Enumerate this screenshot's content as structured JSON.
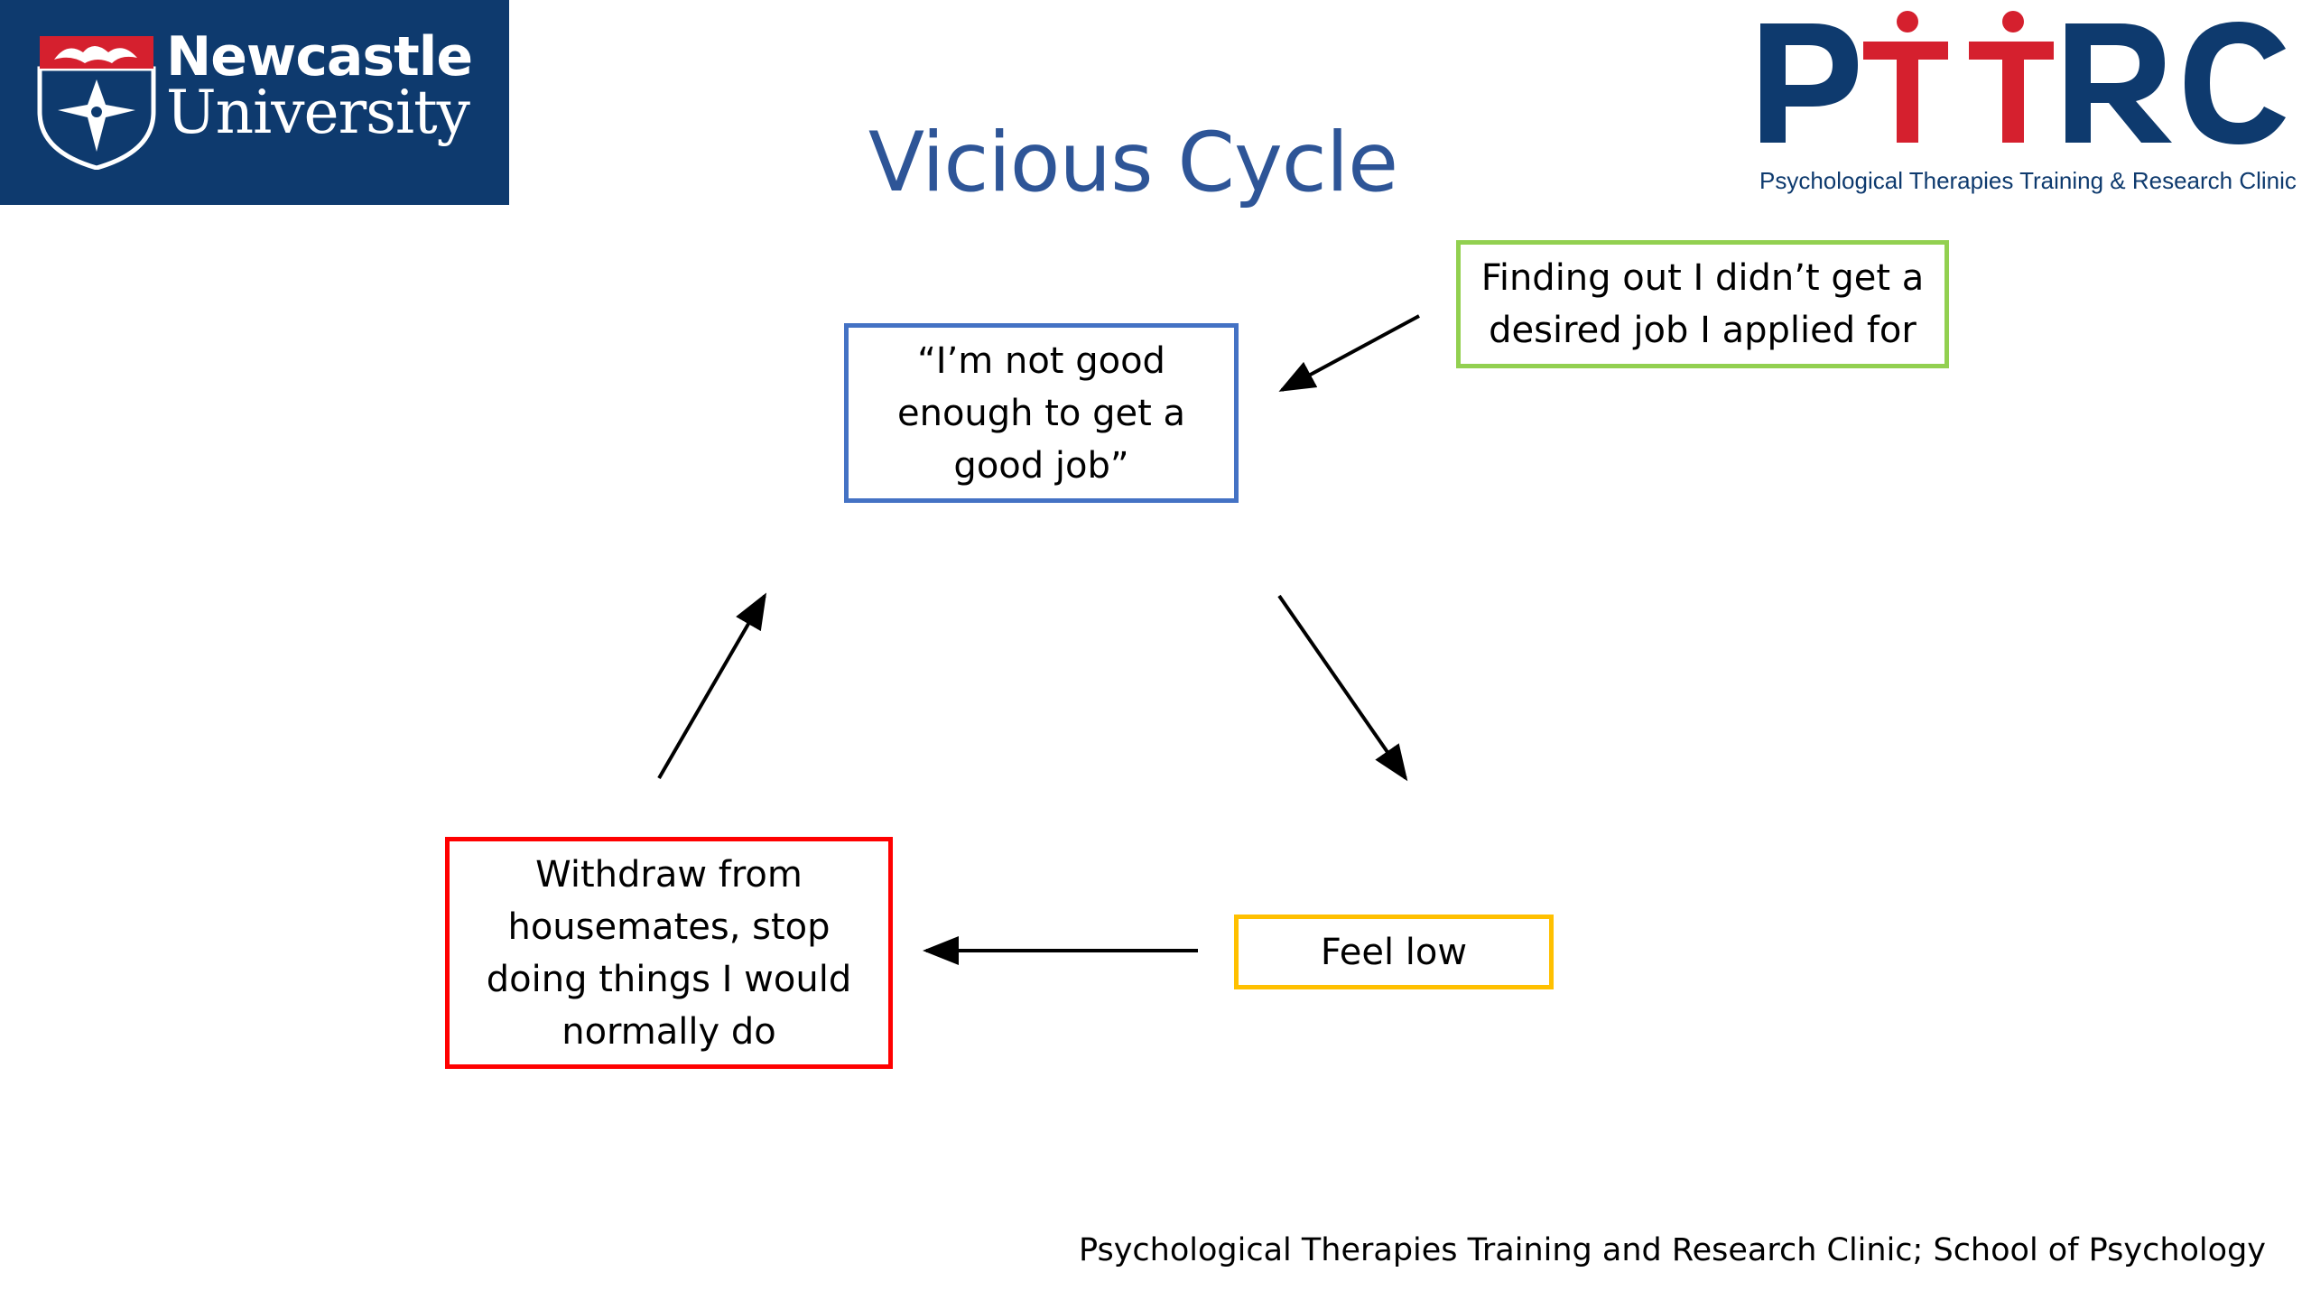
{
  "logos": {
    "university": {
      "line1": "Newcastle",
      "line2": "University",
      "bg_color": "#0e3a6e",
      "icon": "shield-crest-icon"
    },
    "clinic": {
      "wordmark": "PTTRC",
      "subtitle": "Psychological Therapies Training & Research Clinic",
      "blue": "#0e3a6e",
      "red": "#d5202e"
    }
  },
  "slide": {
    "title": "Vicious Cycle",
    "title_color": "#2e5597",
    "footer": "Psychological Therapies Training and Research Clinic; School of Psychology"
  },
  "diagram": {
    "nodes": {
      "thought": {
        "text": "“I’m not good enough to get a good job”",
        "border_color": "#4472c4"
      },
      "trigger": {
        "text": "Finding out I didn’t get a desired job I applied for",
        "border_color": "#92d050"
      },
      "feeling": {
        "text": "Feel low",
        "border_color": "#ffc000"
      },
      "behaviour": {
        "text": "Withdraw from housemates, stop doing things I would normally do",
        "border_color": "#ff0000"
      }
    },
    "edges": [
      {
        "from": "trigger",
        "to": "thought"
      },
      {
        "from": "thought",
        "to": "feeling"
      },
      {
        "from": "feeling",
        "to": "behaviour"
      },
      {
        "from": "behaviour",
        "to": "thought"
      }
    ]
  }
}
